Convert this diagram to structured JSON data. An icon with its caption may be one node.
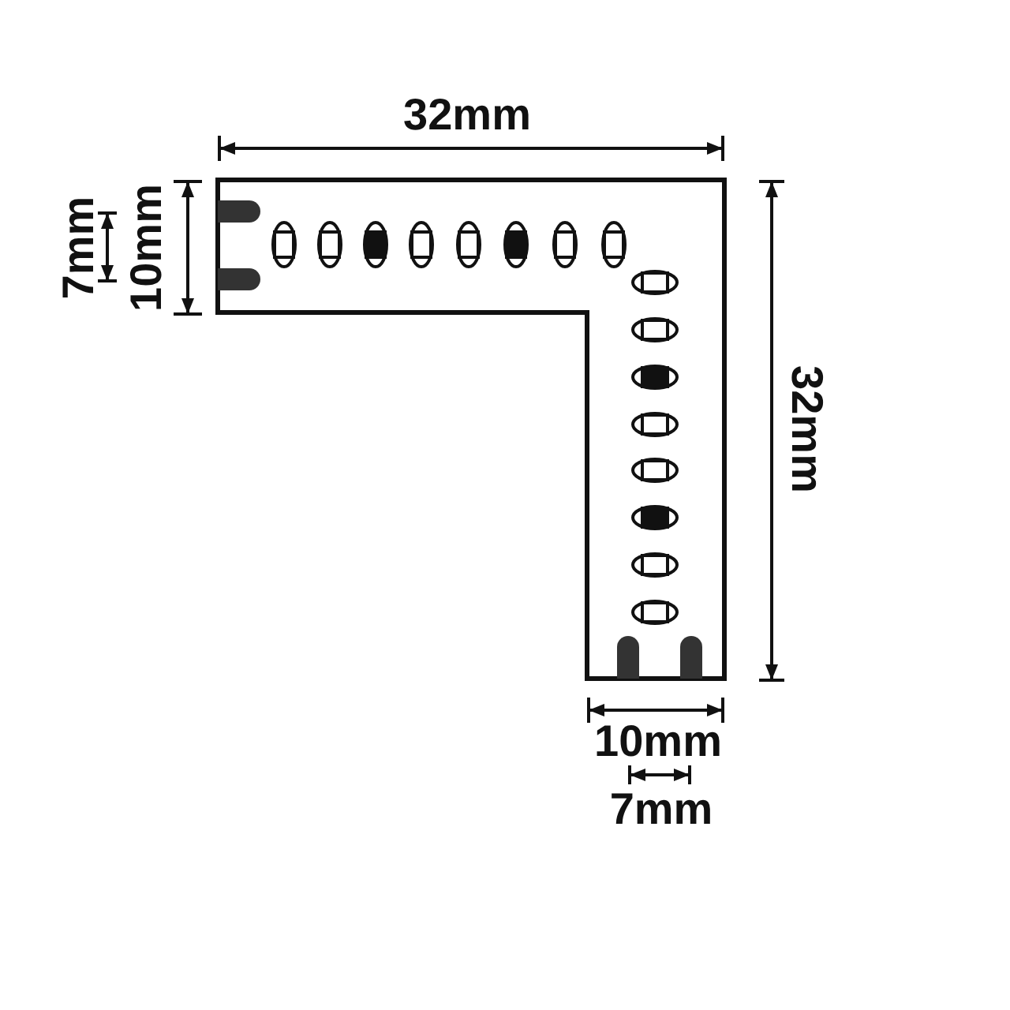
{
  "diagram": {
    "labels": [
      "32mm",
      "7mm",
      "10mm",
      "32mm",
      "10mm",
      "7mm"
    ]
  }
}
